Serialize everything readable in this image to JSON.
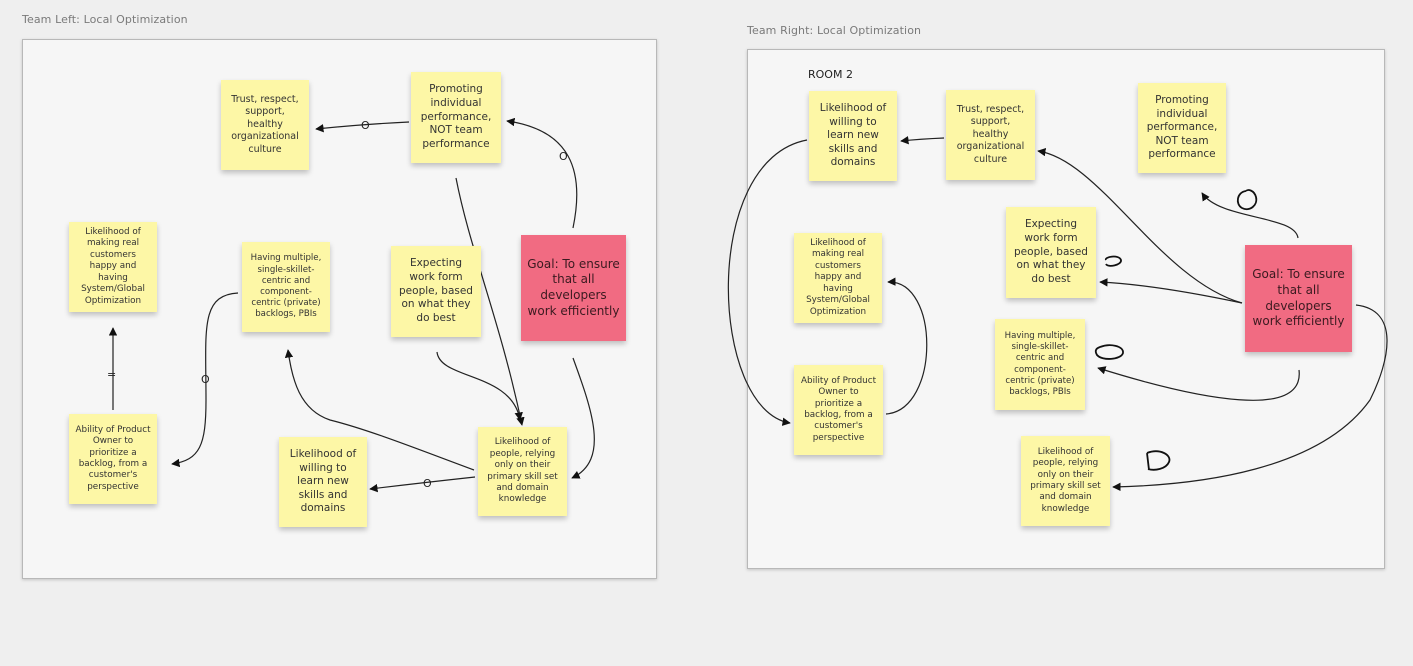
{
  "frames": {
    "left": {
      "title": "Team Left: Local Optimization"
    },
    "right": {
      "title": "Team Right: Local Optimization",
      "room_label": "ROOM 2"
    }
  },
  "left": {
    "trust": "Trust, respect, support, healthy organizational culture",
    "promoting": "Promoting individual performance, NOT team performance",
    "likelihood_customers": "Likelihood of making real customers happy and having System/Global Optimization",
    "multiple_backlogs": "Having multiple, single-skillet-centric and component-centric (private) backlogs, PBIs",
    "expecting": "Expecting work form people, based on what they do best",
    "goal": "Goal: To ensure that all developers work efficiently",
    "ability_po": "Ability of Product Owner to prioritize a backlog, from a customer's perspective",
    "likelihood_learn": "Likelihood of willing to learn new skills and domains",
    "likelihood_relying": "Likelihood of people, relying only on their primary skill set and domain knowledge"
  },
  "right": {
    "likelihood_learn": "Likelihood of willing to learn new skills and domains",
    "trust": "Trust, respect, support, healthy organizational culture",
    "promoting": "Promoting individual performance, NOT team performance",
    "expecting": "Expecting work form people, based on what they do best",
    "likelihood_customers": "Likelihood of making real customers happy and having System/Global Optimization",
    "goal": "Goal: To ensure that all developers work efficiently",
    "multiple_backlogs": "Having multiple, single-skillet-centric and component-centric (private) backlogs, PBIs",
    "ability_po": "Ability of Product Owner to prioritize a backlog, from a customer's perspective",
    "likelihood_relying": "Likelihood of people, relying only on their primary skill set and domain knowledge"
  },
  "polarity": {
    "o": "O",
    "delay": "="
  },
  "colors": {
    "sticky": "#fdf7a6",
    "goal": "#f16b82",
    "frame": "#f6f6f6",
    "background": "#efefef"
  }
}
